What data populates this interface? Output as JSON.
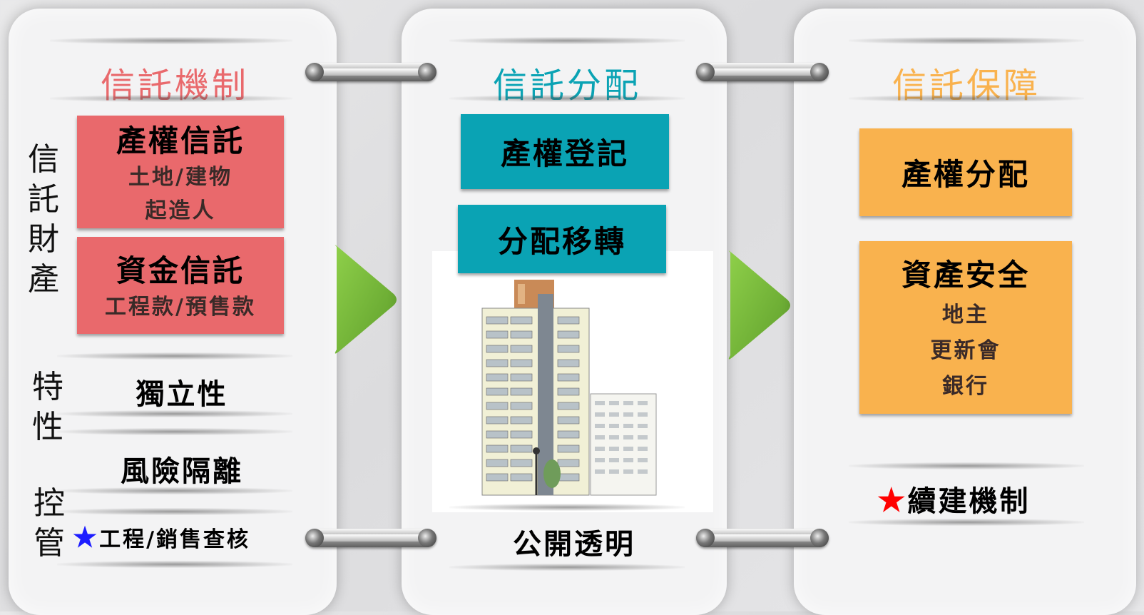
{
  "colors": {
    "red": "#e9696c",
    "teal": "#0aa3b4",
    "orange": "#f9b24e",
    "green": "#7cbd3a"
  },
  "panel1": {
    "title": "信託機制",
    "side_property": "信託財產",
    "box_property": {
      "main": "產權信託",
      "sub1": "土地/建物",
      "sub2": "起造人"
    },
    "box_fund": {
      "main": "資金信託",
      "sub1": "工程款/預售款"
    },
    "side_feature": "特性",
    "feature_independence": "獨立性",
    "feature_risk": "風險隔離",
    "side_control": "控管",
    "control_star": "★",
    "control_item": "工程/銷售查核"
  },
  "panel2": {
    "title": "信託分配",
    "box_register": "產權登記",
    "box_transfer": "分配移轉",
    "building_icon": "building-icon",
    "footer": "公開透明"
  },
  "panel3": {
    "title": "信託保障",
    "box_distribution": "產權分配",
    "box_safety": {
      "main": "資產安全",
      "items": [
        "地主",
        "更新會",
        "銀行"
      ]
    },
    "continue_star": "★",
    "continue_item": "續建機制"
  }
}
